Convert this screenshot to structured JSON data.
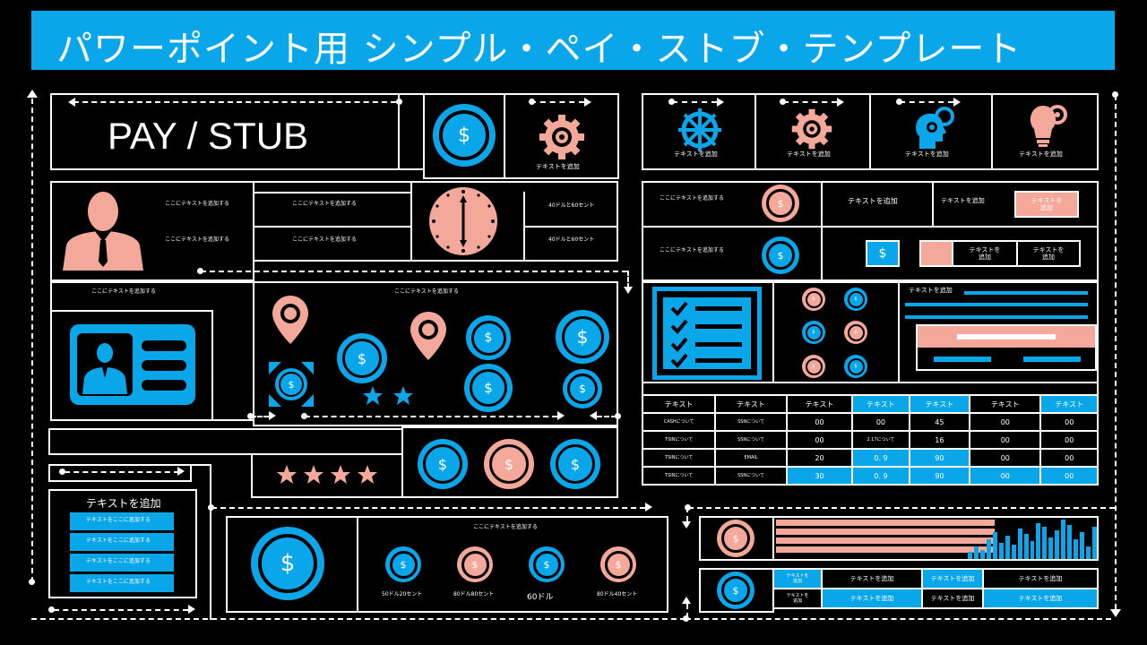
{
  "header": {
    "title": "パワーポイント用 シンプル・ペイ・ストブ・テンプレート"
  },
  "main_title": "PAY / STUB",
  "colors": {
    "accent": "#0aa6ea",
    "pink": "#f4a89a",
    "bg": "#000000",
    "line": "#ffffff"
  },
  "currency_symbol": "$",
  "labels": {
    "add_text": "テキストを追加",
    "add_text_here": "ここにテキストを追加する",
    "text": "テキスト",
    "text_add_btn": "テキストを\n追加",
    "add_text_here_blue": "テキストをここに追加する"
  },
  "top_icons": [
    "テキストを追加",
    "テキストを追加",
    "テキストを追加",
    "テキストを追加"
  ],
  "left_rows": {
    "a": [
      "ここにテキストを追加する",
      "ここにテキストを追加する",
      "40ドルと60セント"
    ],
    "b": [
      "ここにテキストを追加する",
      "ここにテキストを追加する",
      "40ドルと60セント"
    ]
  },
  "clock_pin_panel": {
    "left_label": "ここにテキストを追加する",
    "right_label": "ここにテキストを追加する"
  },
  "bottom_left": {
    "title": "テキストを追加",
    "items": [
      "テキストをここに追加する",
      "テキストをここに追加する",
      "テキストをここに追加する",
      "テキストをここに追加する"
    ]
  },
  "bottom_coins": {
    "label": "ここにテキストを追加する",
    "captions": [
      "50ドル20セント",
      "80ドル80セント",
      "60ドル",
      "80ドル40セント"
    ]
  },
  "right_mid": {
    "row1": {
      "label": "ここにテキストを追加する",
      "mid": "テキストを追加",
      "right": "テキストを追加",
      "btn": "テキストを\n追加"
    },
    "row2": {
      "label": "ここにテキストを追加する",
      "b1": "テキストを\n追加",
      "b2": "テキストを\n追加"
    }
  },
  "checklist_panel": {
    "label": "テキストを追加"
  },
  "table": {
    "headers": [
      "テキスト",
      "テキスト",
      "テキスト",
      "テキスト",
      "テキスト",
      "テキスト",
      "テキスト"
    ],
    "rows": [
      [
        "CASHについて",
        "SSNについて",
        "00",
        "00",
        "45",
        "00",
        "00"
      ],
      [
        "TSINについて",
        "SSNについて",
        "00",
        "2.17について",
        "16",
        "00",
        "00"
      ],
      [
        "TSINについて",
        "EMAIL",
        "20",
        "0. 9",
        "90",
        "00",
        "00"
      ],
      [
        "TSINについて",
        "SSNについて",
        "30",
        "0. 9",
        "90",
        "00",
        "00"
      ]
    ]
  },
  "chart_strip": {
    "bars": [
      8,
      14,
      10,
      22,
      30,
      18,
      26,
      16,
      34,
      28,
      20,
      40,
      36,
      24,
      32,
      44,
      38,
      22,
      30,
      14,
      36
    ]
  },
  "bottom_right": {
    "row1": [
      "テキストを\n追加",
      "テキストを追加",
      "テキストを追加",
      "テキストを追加"
    ],
    "row2": [
      "テキストを\n追加",
      "テキストを追加",
      "テキストを追加",
      "テキストを追加"
    ]
  }
}
